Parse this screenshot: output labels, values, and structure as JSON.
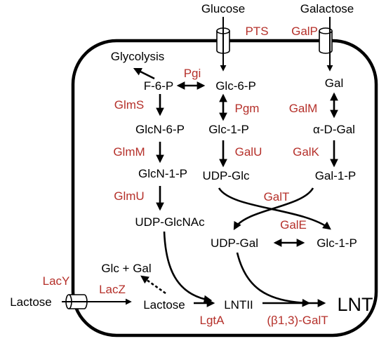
{
  "colors": {
    "enzyme": "#b5302a",
    "ink": "#000000",
    "background": "#ffffff"
  },
  "metabolites": {
    "glucose": "Glucose",
    "galactose": "Galactose",
    "glycolysis": "Glycolysis",
    "f6p": "F-6-P",
    "glc6p": "Glc-6-P",
    "gal": "Gal",
    "glcn6p": "GlcN-6-P",
    "glc1p_top": "Glc-1-P",
    "alpha_d_gal": "α-D-Gal",
    "glcn1p": "GlcN-1-P",
    "udp_glc": "UDP-Glc",
    "gal1p": "Gal-1-P",
    "udp_glcnac": "UDP-GlcNAc",
    "udp_gal": "UDP-Gal",
    "glc1p_bottom": "Glc-1-P",
    "glc_plus_gal": "Glc + Gal",
    "lactose_outside": "Lactose",
    "lactose_inside": "Lactose",
    "lntii": "LNTII",
    "lnt": "LNT"
  },
  "enzymes": {
    "pts": "PTS",
    "galp": "GalP",
    "pgi": "Pgi",
    "glms": "GlmS",
    "pgm": "Pgm",
    "galm": "GalM",
    "glmm": "GlmM",
    "galu": "GalU",
    "galk": "GalK",
    "glmu": "GlmU",
    "galt": "GalT",
    "gale": "GalE",
    "lacy": "LacY",
    "lacz": "LacZ",
    "lgta": "LgtA",
    "b13galt": "(β1,3)-GalT"
  }
}
